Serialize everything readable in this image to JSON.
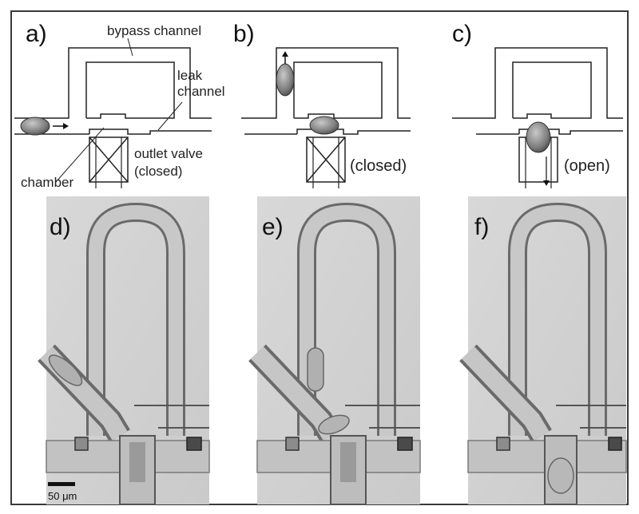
{
  "panels": {
    "a": "a)",
    "b": "b)",
    "c": "c)",
    "d": "d)",
    "e": "e)",
    "f": "f)"
  },
  "labels": {
    "bypass_channel": "bypass channel",
    "leak_line1": "leak",
    "leak_line2": "channel",
    "outlet_line1": "outlet valve",
    "outlet_line2": "(closed)",
    "chamber": "chamber",
    "closed": "(closed)",
    "open": "(open)"
  },
  "scale_bar": {
    "label": "50 μm"
  },
  "colors": {
    "frame": "#3a3a3a",
    "line": "#222222",
    "droplet": "#8a8a8a",
    "photo_bg": "#d4d4d4",
    "channel_fill": "#bcbcbc"
  }
}
